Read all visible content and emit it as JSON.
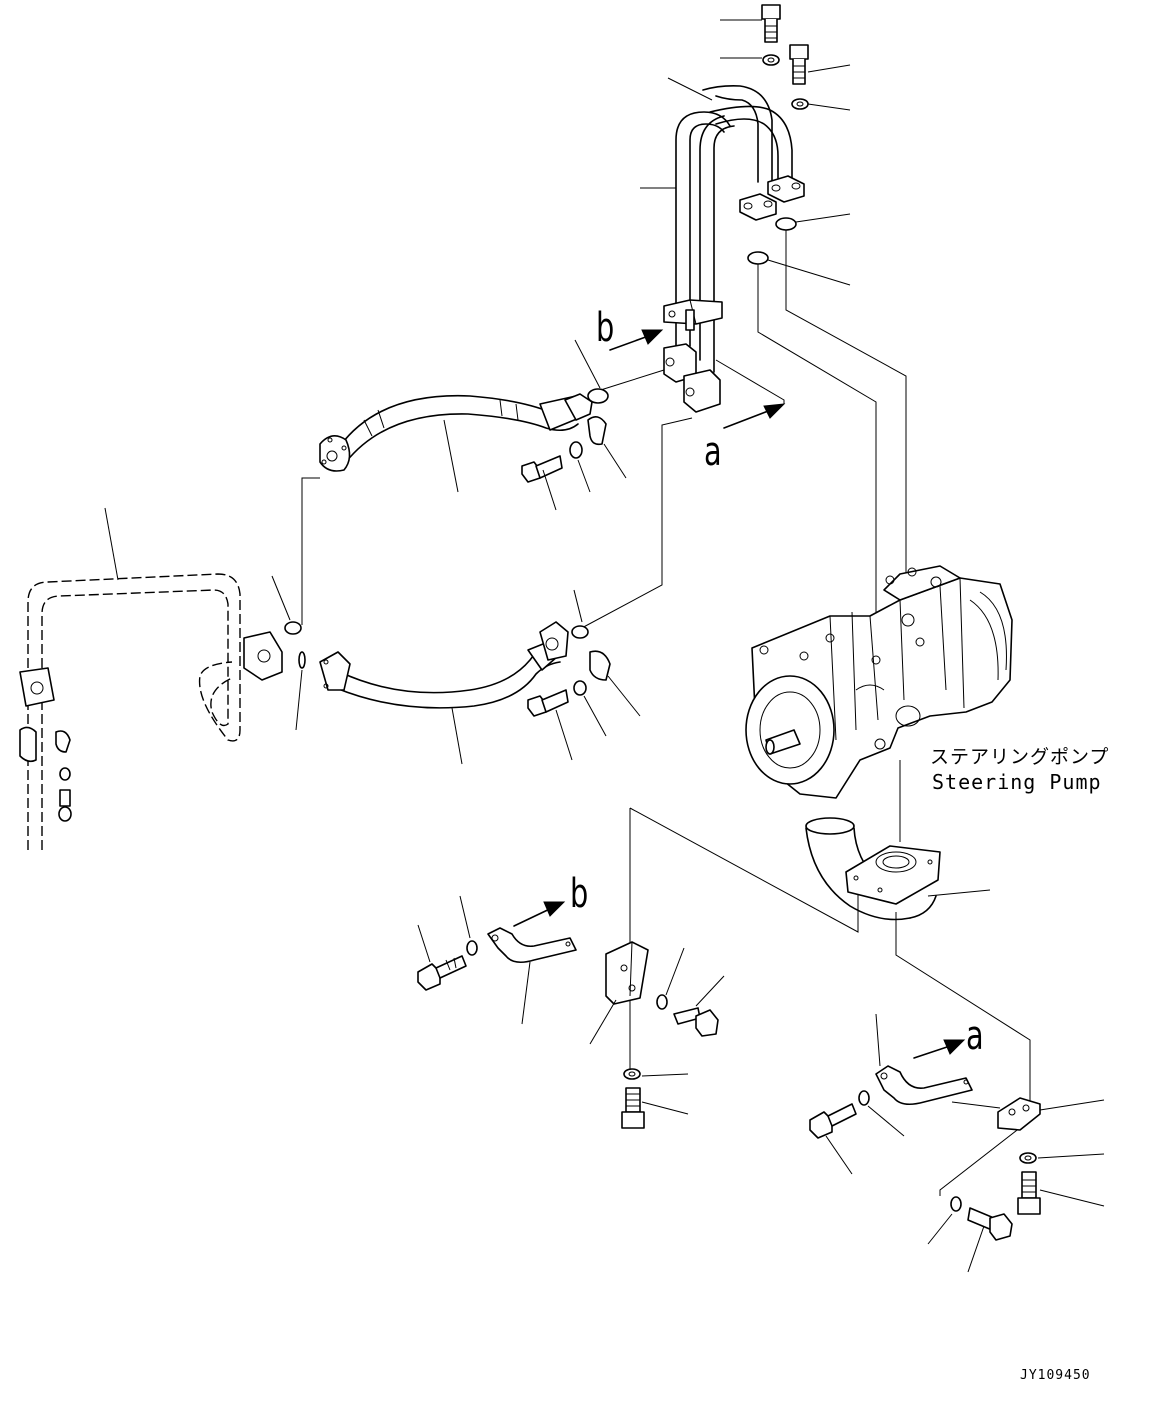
{
  "diagram": {
    "pump_label_jp": "ステアリングポンプ",
    "pump_label_en": "Steering Pump",
    "view_arrows": [
      {
        "id": "a",
        "label": "a"
      },
      {
        "id": "b",
        "label": "b"
      },
      {
        "id": "b2",
        "label": "b"
      },
      {
        "id": "a2",
        "label": "a"
      }
    ],
    "drawing_number": "JY109450"
  }
}
